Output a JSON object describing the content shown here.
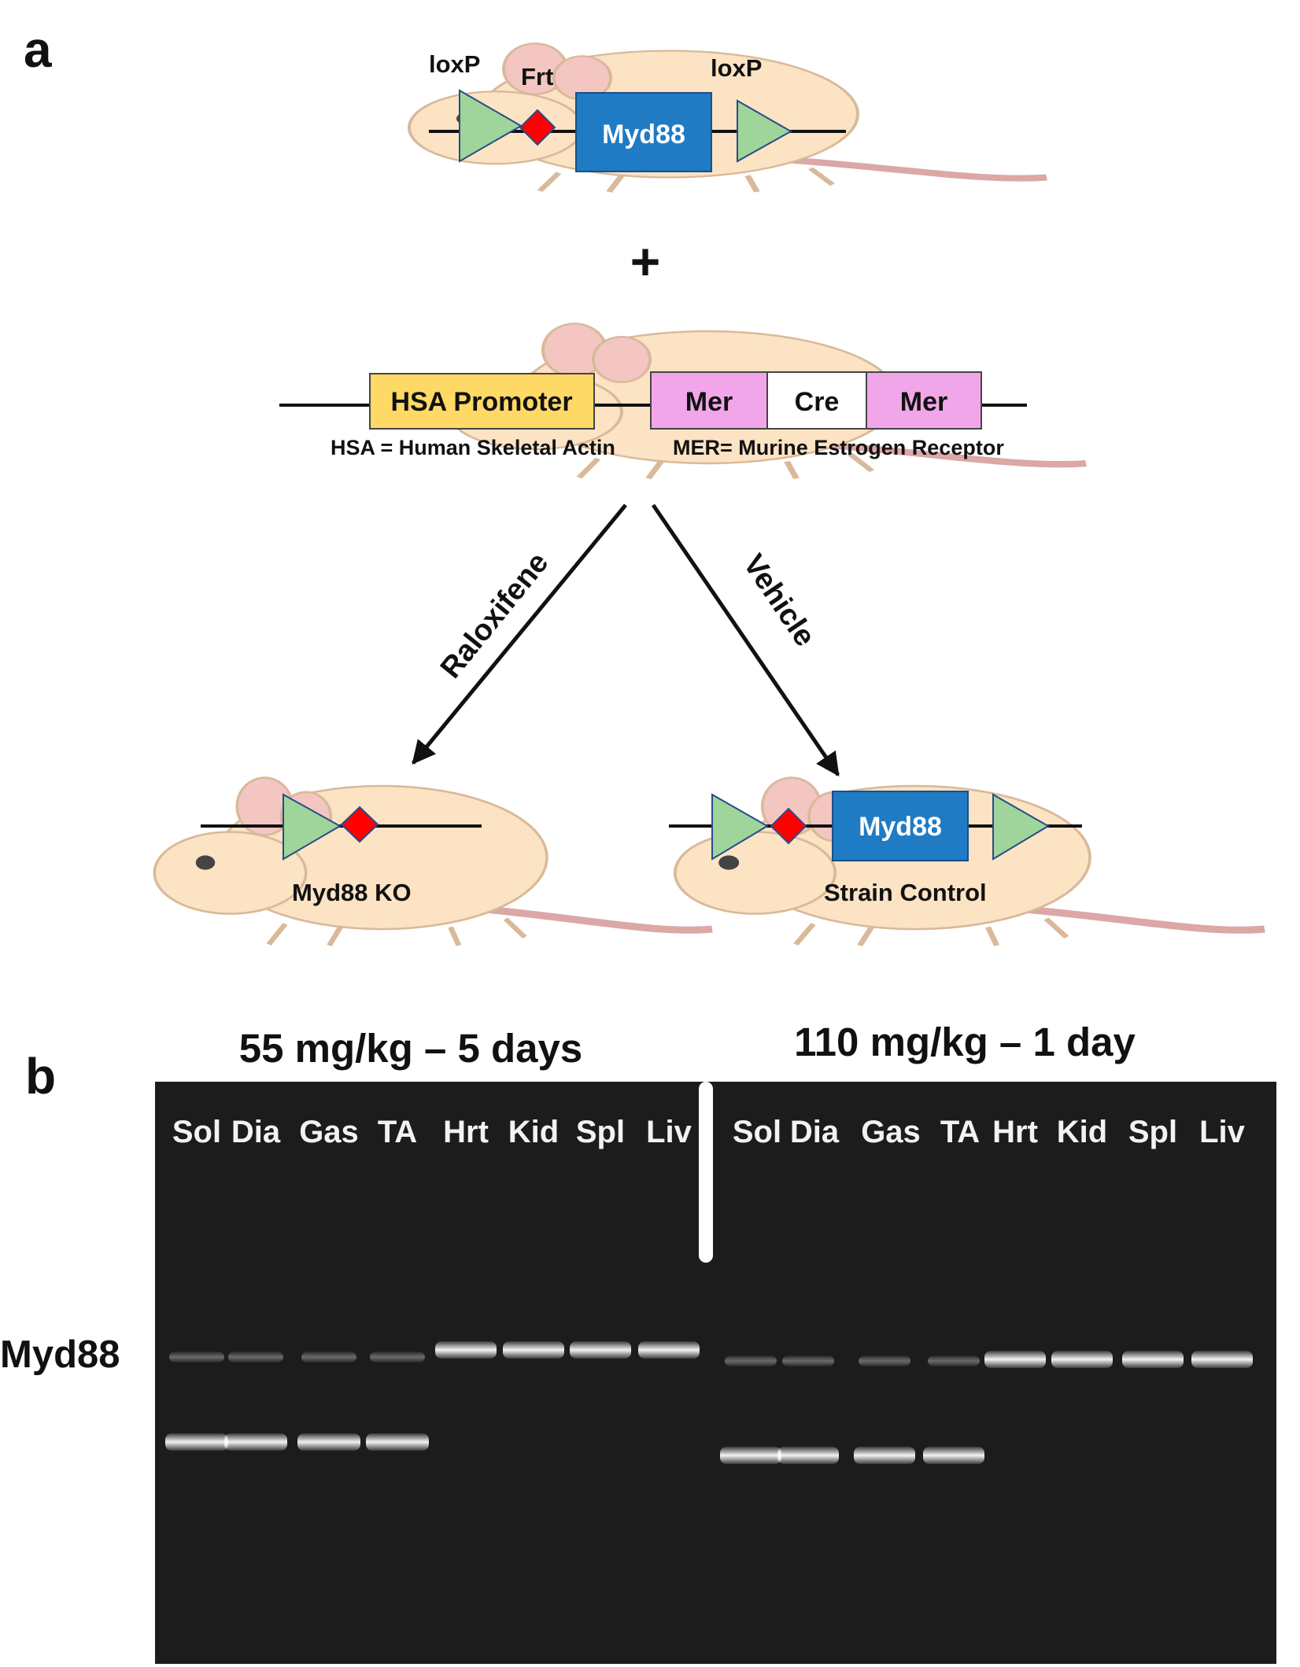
{
  "panel_a": {
    "label": "a",
    "top_construct": {
      "loxp_left": "loxP",
      "frt": "Frt",
      "gene": "Myd88",
      "loxp_right": "loxP"
    },
    "plus": "+",
    "cre_construct": {
      "promoter": "HSA Promoter",
      "mer_left": "Mer",
      "cre": "Cre",
      "mer_right": "Mer",
      "hsa_note": "HSA = Human Skeletal Actin",
      "mer_note": "MER= Murine Estrogen Receptor"
    },
    "treatment_left": "Raloxifene",
    "treatment_right": "Vehicle",
    "outcome_left": "Myd88 KO",
    "outcome_right_gene": "Myd88",
    "outcome_right": "Strain Control"
  },
  "panel_b": {
    "label": "b",
    "group_left": "55 mg/kg – 5 days",
    "group_right": "110 mg/kg – 1 day",
    "lanes_left": [
      "Sol",
      "Dia",
      "Gas",
      "TA",
      "Hrt",
      "Kid",
      "Spl",
      "Liv"
    ],
    "lanes_right": [
      "Sol",
      "Dia",
      "Gas",
      "TA",
      "Hrt",
      "Kid",
      "Spl",
      "Liv"
    ],
    "band_label": "Myd88"
  },
  "colors": {
    "loxp": "#9fd59a",
    "frt": "#ff0000",
    "gene_box": "#1f7bc4",
    "promoter": "#ffd966",
    "mer": "#f2a6ea",
    "mouse_body": "#fbe3c4",
    "gel_bg": "#1c1c1c"
  }
}
